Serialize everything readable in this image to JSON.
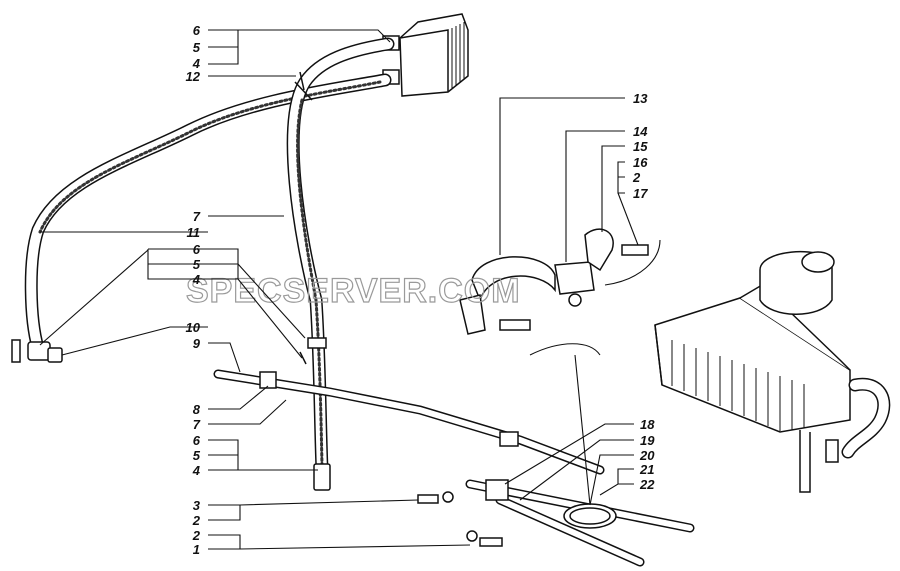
{
  "watermark": "SPECSERVER.COM",
  "callouts": [
    {
      "id": "c-6a",
      "text": "6"
    },
    {
      "id": "c-5a",
      "text": "5"
    },
    {
      "id": "c-4a",
      "text": "4"
    },
    {
      "id": "c-12",
      "text": "12"
    },
    {
      "id": "c-7a",
      "text": "7"
    },
    {
      "id": "c-11",
      "text": "11"
    },
    {
      "id": "c-6b",
      "text": "6"
    },
    {
      "id": "c-5b",
      "text": "5"
    },
    {
      "id": "c-4b",
      "text": "4"
    },
    {
      "id": "c-10",
      "text": "10"
    },
    {
      "id": "c-9",
      "text": "9"
    },
    {
      "id": "c-8",
      "text": "8"
    },
    {
      "id": "c-7b",
      "text": "7"
    },
    {
      "id": "c-6c",
      "text": "6"
    },
    {
      "id": "c-5c",
      "text": "5"
    },
    {
      "id": "c-4c",
      "text": "4"
    },
    {
      "id": "c-3",
      "text": "3"
    },
    {
      "id": "c-2a",
      "text": "2"
    },
    {
      "id": "c-2b",
      "text": "2"
    },
    {
      "id": "c-1",
      "text": "1"
    },
    {
      "id": "c-13",
      "text": "13"
    },
    {
      "id": "c-14",
      "text": "14"
    },
    {
      "id": "c-15",
      "text": "15"
    },
    {
      "id": "c-16",
      "text": "16"
    },
    {
      "id": "c-2c",
      "text": "2"
    },
    {
      "id": "c-17",
      "text": "17"
    },
    {
      "id": "c-18",
      "text": "18"
    },
    {
      "id": "c-19",
      "text": "19"
    },
    {
      "id": "c-20",
      "text": "20"
    },
    {
      "id": "c-21",
      "text": "21"
    },
    {
      "id": "c-22",
      "text": "22"
    }
  ]
}
